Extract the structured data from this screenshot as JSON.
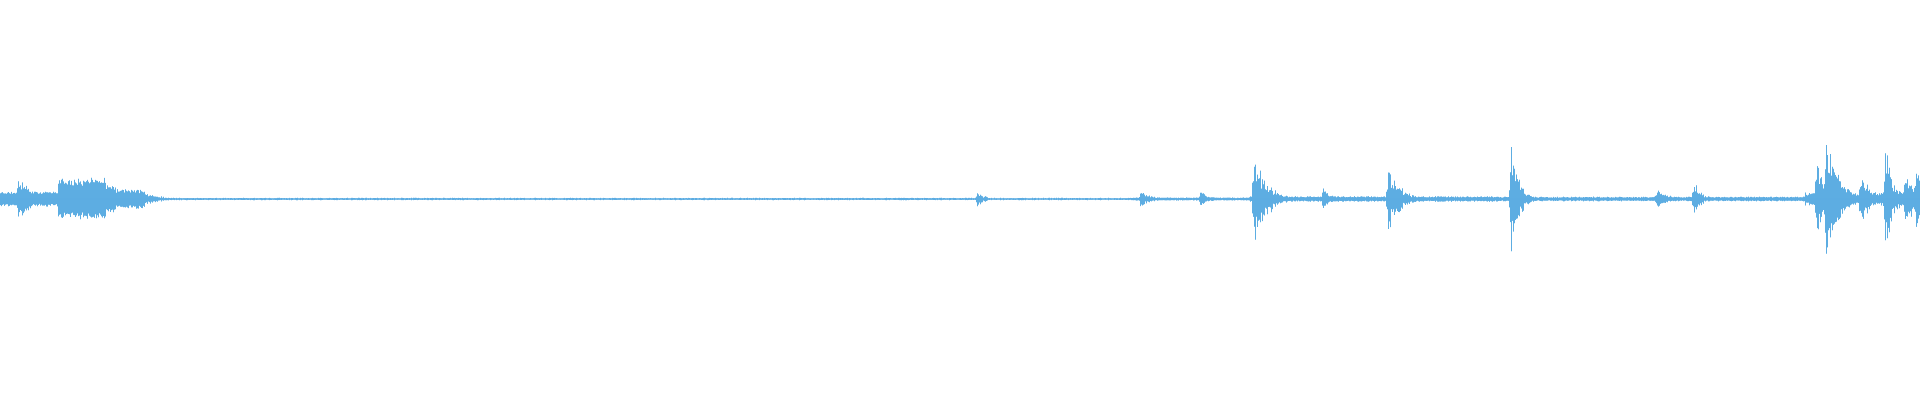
{
  "waveform": {
    "color": "#5DADE2",
    "background": "#ffffff",
    "segments": [
      [
        0.0,
        0.1,
        0.03,
        0.12
      ],
      [
        0.02,
        0.28,
        0.055,
        0.12
      ],
      [
        0.04,
        0.18,
        0.06,
        0.13
      ],
      [
        0.06,
        0.13,
        0.075,
        0.14
      ],
      [
        0.075,
        0.04,
        0.08,
        0.15
      ],
      [
        0.085,
        0.015,
        0.59,
        0.2
      ],
      [
        0.59,
        0.02,
        0.65,
        0.2
      ],
      [
        0.65,
        0.035,
        0.78,
        0.22
      ],
      [
        0.78,
        0.03,
        0.94,
        0.22
      ],
      [
        0.94,
        0.08,
        1.0,
        0.3
      ]
    ],
    "spikes": [
      [
        0.0095,
        0.34,
        0.01
      ],
      [
        0.035,
        0.28,
        0.01
      ],
      [
        0.07,
        0.16,
        0.01
      ],
      [
        0.509,
        0.12,
        0.004
      ],
      [
        0.594,
        0.13,
        0.006
      ],
      [
        0.625,
        0.12,
        0.005
      ],
      [
        0.653,
        0.69,
        0.007
      ],
      [
        0.689,
        0.17,
        0.004
      ],
      [
        0.723,
        0.53,
        0.006
      ],
      [
        0.728,
        0.22,
        0.005
      ],
      [
        0.787,
        0.83,
        0.004
      ],
      [
        0.863,
        0.18,
        0.005
      ],
      [
        0.882,
        0.28,
        0.004
      ],
      [
        0.946,
        0.55,
        0.006
      ],
      [
        0.951,
        1.0,
        0.006
      ],
      [
        0.956,
        0.5,
        0.005
      ],
      [
        0.969,
        0.38,
        0.006
      ],
      [
        0.982,
        0.82,
        0.004
      ],
      [
        0.992,
        0.45,
        0.006
      ],
      [
        0.998,
        0.55,
        0.004
      ]
    ]
  }
}
